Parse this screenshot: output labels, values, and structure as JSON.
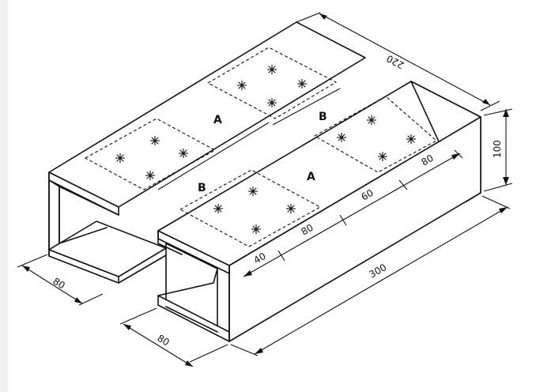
{
  "labels": {
    "panel_a_top": "A",
    "panel_b_top": "B",
    "panel_b_left": "B",
    "panel_a_front": "A"
  },
  "dimensions": {
    "length": "220",
    "height": "100",
    "depth": "300",
    "spacing_1": "80",
    "spacing_2": "60",
    "spacing_3": "80",
    "spacing_4": "40",
    "flange_left": "80",
    "flange_bottom": "80"
  }
}
